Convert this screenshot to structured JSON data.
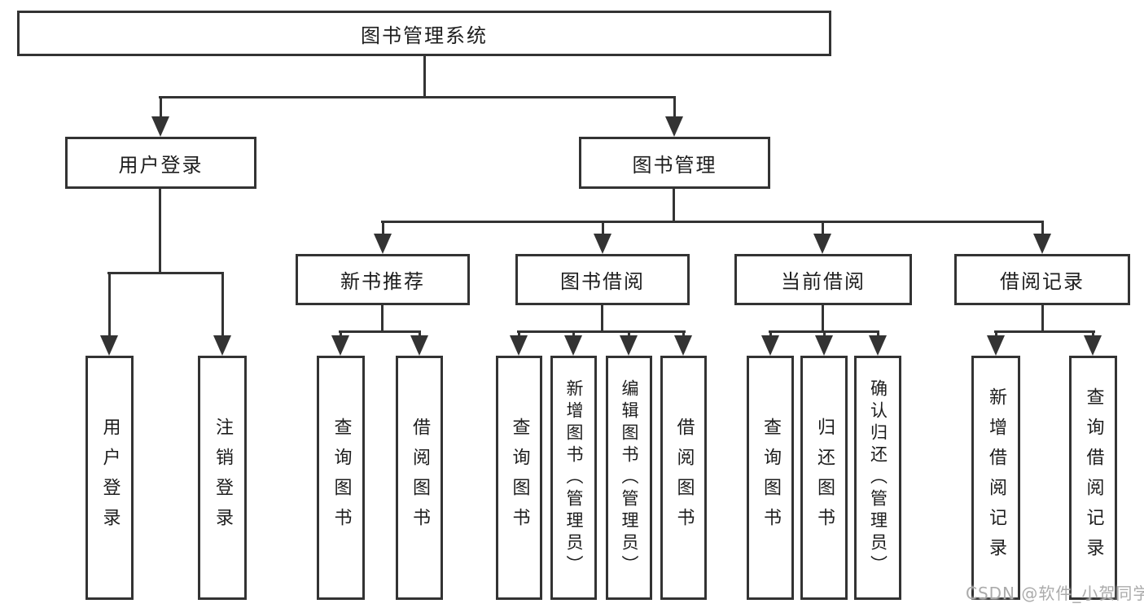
{
  "diagram_type": "functional-structure-tree",
  "title": "图书管理系统",
  "watermark": "CSDN @软件_小贺同学",
  "colors": {
    "line": "#333333",
    "text": "#1d1d1d",
    "background": "#ffffff",
    "watermark": "#ababab"
  },
  "nodes": {
    "root": "图书管理系统",
    "user_login_branch": "用户登录",
    "book_management": "图书管理",
    "new_book_recommendation": "新书推荐",
    "book_borrowing": "图书借阅",
    "current_borrowing": "当前借阅",
    "borrowing_records": "借阅记录",
    "leaf_user_login": "用户登录",
    "leaf_logout": "注销登录",
    "leaf_nb_query_books": "查询图书",
    "leaf_nb_borrow_books": "借阅图书",
    "leaf_bb_query_books": "查询图书",
    "leaf_bb_add_books": "新增图书（管理员）",
    "leaf_bb_edit_books": "编辑图书（管理员）",
    "leaf_bb_borrow_books": "借阅图书",
    "leaf_cb_query_books": "查询图书",
    "leaf_cb_return_books": "归还图书",
    "leaf_cb_confirm_return": "确认归还（管理员）",
    "leaf_br_add_record": "新增借阅记录",
    "leaf_br_query_record": "查询借阅记录"
  },
  "hierarchy": {
    "图书管理系统": {
      "用户登录": [
        "用户登录",
        "注销登录"
      ],
      "图书管理": {
        "新书推荐": [
          "查询图书",
          "借阅图书"
        ],
        "图书借阅": [
          "查询图书",
          "新增图书（管理员）",
          "编辑图书（管理员）",
          "借阅图书"
        ],
        "当前借阅": [
          "查询图书",
          "归还图书",
          "确认归还（管理员）"
        ],
        "借阅记录": [
          "新增借阅记录",
          "查询借阅记录"
        ]
      }
    }
  }
}
